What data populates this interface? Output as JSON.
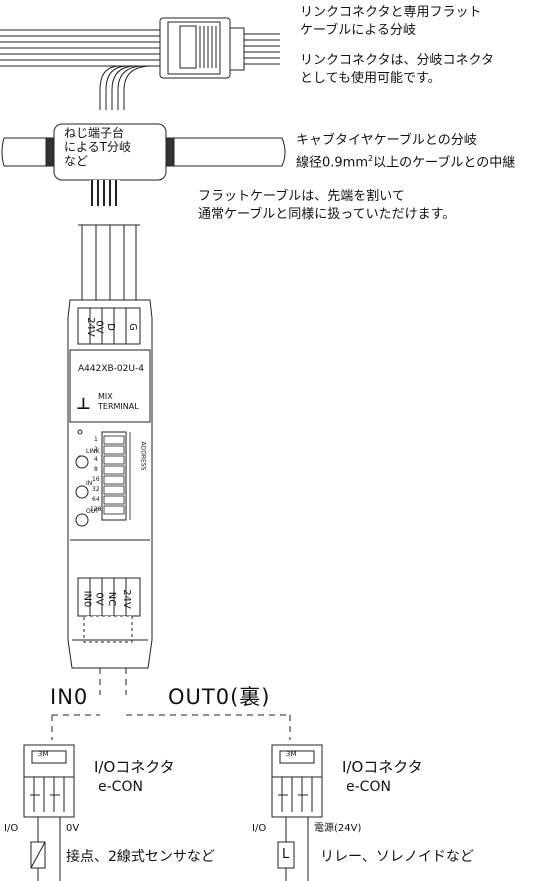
{
  "notes": {
    "link_connector_1": "リンクコネクタと専用フラット",
    "link_connector_2": "ケーブルによる分岐",
    "link_connector_3": "リンクコネクタは、分岐コネクタ",
    "link_connector_4": "としても使用可能です。",
    "cabtyre_1": "キャブタイヤケーブルとの分岐",
    "cabtyre_2_pre": "線径0.9mm",
    "cabtyre_2_sup": "2",
    "cabtyre_2_post": "以上のケーブルとの中継",
    "flat_cable_1": "フラットケーブルは、先端を割いて",
    "flat_cable_2": "通常ケーブルと同様に扱っていただけます。"
  },
  "terminal_block": {
    "line1": "ねじ端子台",
    "line2": "によるT分岐",
    "line3": "など"
  },
  "module": {
    "top_terminals": [
      "24V",
      "0V",
      "D",
      "G"
    ],
    "model": "A442XB-02U-4",
    "brand_1": "MIX",
    "brand_2": "TERMINAL",
    "led_labels": [
      "LINK",
      "IN",
      "OUT"
    ],
    "dip_numbers": [
      "1",
      "2",
      "4",
      "8",
      "16",
      "32",
      "64",
      "128"
    ],
    "address_label": "ADDRESS",
    "bottom_terminals": [
      "IN0",
      "0V",
      "NC",
      "24V"
    ]
  },
  "branches": {
    "in_label": "IN0",
    "out_label": "OUT0(裏)"
  },
  "connectors": {
    "left": {
      "brand": "3M",
      "title": "I/Oコネクタ",
      "subtitle": "e-CON",
      "pin_a": "I/O",
      "pin_b": "0V",
      "device_caption": "接点、2線式センサなど"
    },
    "right": {
      "brand": "3M",
      "title": "I/Oコネクタ",
      "subtitle": "e-CON",
      "pin_a": "I/O",
      "pin_b": "電源(24V)",
      "device_symbol": "L",
      "device_caption": "リレー、ソレノイドなど"
    }
  }
}
